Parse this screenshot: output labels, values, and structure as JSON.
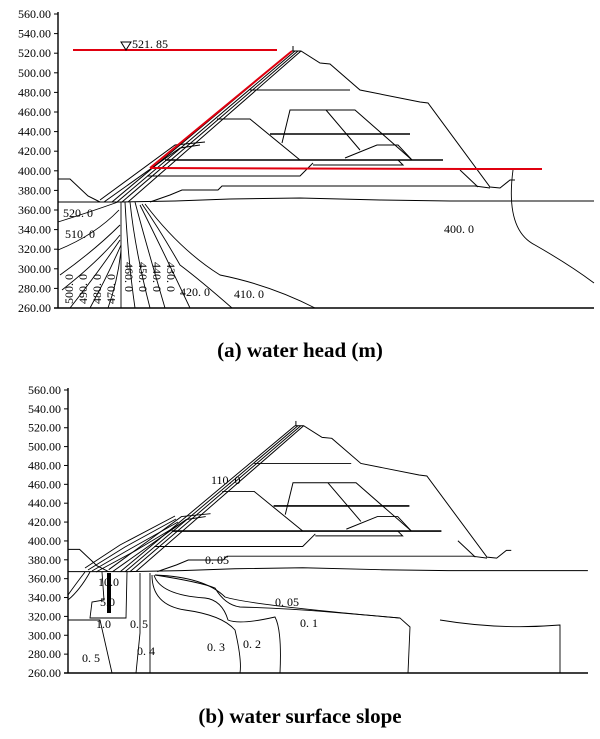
{
  "panel_a": {
    "caption": "(a) water head (m)",
    "y_ticks": [
      "560.00",
      "540.00",
      "520.00",
      "500.00",
      "480.00",
      "460.00",
      "440.00",
      "420.00",
      "400.00",
      "380.00",
      "360.00",
      "340.00",
      "320.00",
      "300.00",
      "280.00",
      "260.00"
    ],
    "water_level_label": "521. 85",
    "contour_labels": [
      "520. 0",
      "510. 0",
      "500. 0",
      "490. 0",
      "480. 0",
      "470. 0",
      "460. 0",
      "450. 0",
      "440. 0",
      "430. 0",
      "420. 0",
      "410. 0",
      "400. 0"
    ],
    "colors": {
      "water_line": "#e0000f"
    }
  },
  "panel_b": {
    "caption": "(b) water surface slope",
    "y_ticks": [
      "560.00",
      "540.00",
      "520.00",
      "500.00",
      "480.00",
      "460.00",
      "440.00",
      "420.00",
      "400.00",
      "380.00",
      "360.00",
      "340.00",
      "320.00",
      "300.00",
      "280.00",
      "260.00"
    ],
    "contour_labels": [
      "110. 0",
      "0. 05",
      "10.0",
      "5.0",
      "1.0",
      "0. 5",
      "0. 4",
      "0. 3",
      "0. 2",
      "0. 05",
      "0. 1",
      "0. 5"
    ]
  }
}
